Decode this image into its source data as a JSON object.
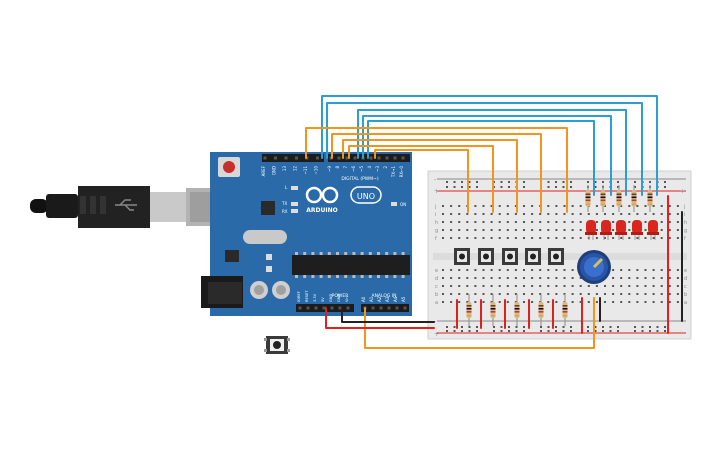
{
  "board": {
    "brand": "ARDUINO",
    "model": "UNO",
    "digital_label": "DIGITAL (PWM~)",
    "power_label": "POWER",
    "analog_label": "ANALOG IN",
    "on_label": "ON",
    "led_l": "L",
    "led_tx": "TX",
    "led_rx": "RX",
    "digital_pins": [
      "AREF",
      "GND",
      "13",
      "12",
      "~11",
      "~10",
      "~9",
      "8",
      "7",
      "~6",
      "~5",
      "4",
      "~3",
      "2",
      "TX→1",
      "RX←0"
    ],
    "power_pins": [
      "IOREF",
      "RESET",
      "3.3V",
      "5V",
      "GND",
      "GND",
      "Vin"
    ],
    "analog_pins": [
      "A0",
      "A1",
      "A2",
      "A3",
      "A4",
      "A5"
    ]
  },
  "breadboard": {
    "rows_top": [
      "j",
      "i",
      "h",
      "g",
      "f"
    ],
    "rows_bottom": [
      "e",
      "d",
      "c",
      "b",
      "a"
    ],
    "plus_label": "+",
    "minus_label": "-"
  },
  "colors": {
    "board": "#2a6aa8",
    "board_dark": "#1f5488",
    "wire_blue": "#2b9fd2",
    "wire_orange": "#f0951e",
    "wire_red": "#e0201f",
    "wire_black": "#222222",
    "led_red": "#d9271f",
    "breadboard": "#e9e9e9"
  },
  "components": {
    "buttons": 5,
    "leds": 5,
    "resistors": 10,
    "potentiometer": 1,
    "loose_button": 1
  }
}
